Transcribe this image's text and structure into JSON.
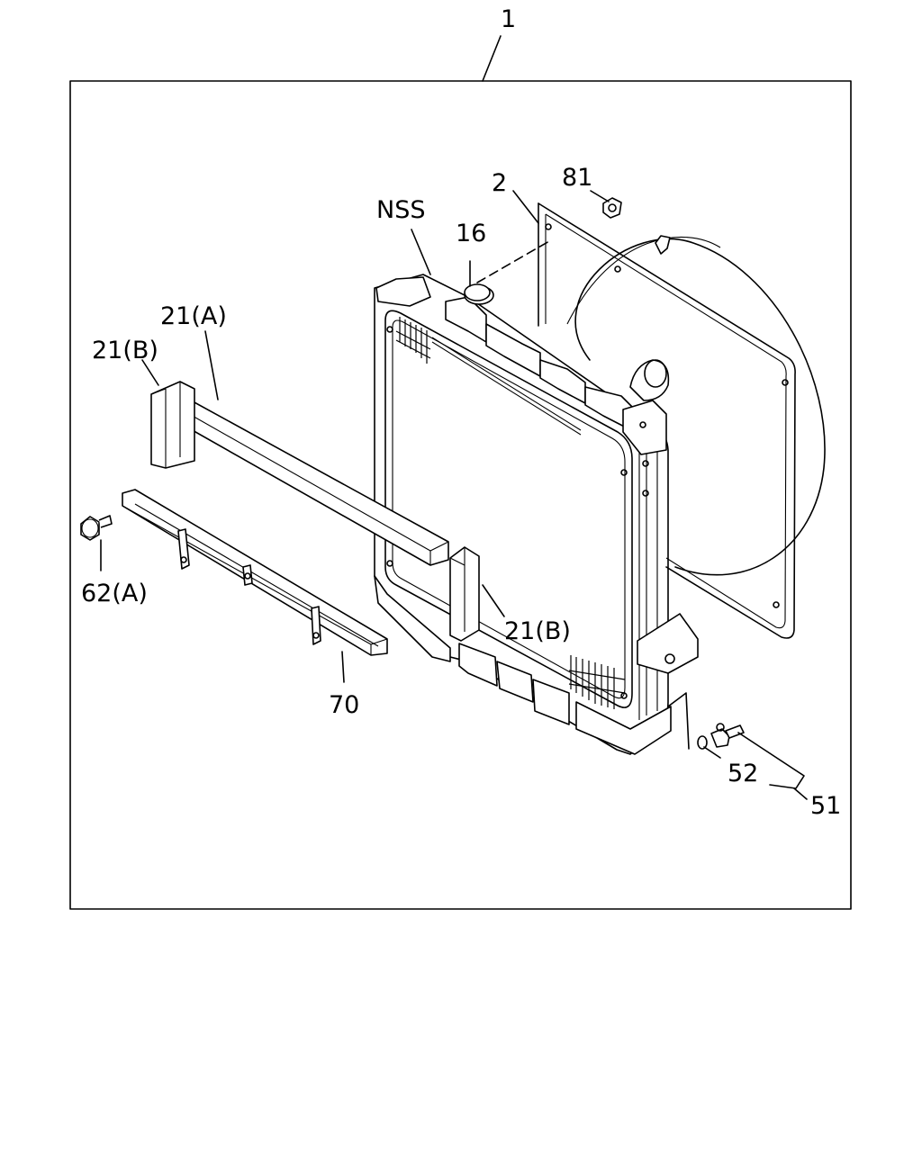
{
  "callouts": {
    "c1": "1",
    "c2": "2",
    "c81": "81",
    "cNSS": "NSS",
    "c16": "16",
    "c21a": "21(A)",
    "c21b_left": "21(B)",
    "c21b_right": "21(B)",
    "c62a": "62(A)",
    "c70": "70",
    "c52": "52",
    "c51": "51"
  }
}
